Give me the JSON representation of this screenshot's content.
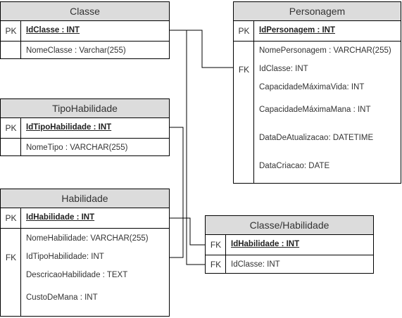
{
  "tables": {
    "classe": {
      "title": "Classe",
      "pk_label": "PK",
      "pk_field": "IdClasse : INT",
      "fields": [
        "NomeClasse :  Varchar(255)"
      ]
    },
    "personagem": {
      "title": "Personagem",
      "pk_label": "PK",
      "pk_field": "IdPersonagem : INT",
      "fk_label": "FK",
      "fields": [
        "NomePersonagem : VARCHAR(255)",
        "IdClasse: INT",
        "CapacidadeMáximaVida: INT",
        "CapacidadeMáximaMana : INT",
        "DataDeAtualizacao: DATETIME",
        "DataCriacao: DATE"
      ]
    },
    "tipohabilidade": {
      "title": "TipoHabilidade",
      "pk_label": "PK",
      "pk_field": "IdTipoHabilidade : INT",
      "fields": [
        "NomeTipo : VARCHAR(255)"
      ]
    },
    "habilidade": {
      "title": "Habilidade",
      "pk_label": "PK",
      "pk_field": "IdHabilidade : INT",
      "fk_label": "FK",
      "fields": [
        "NomeHabilidade: VARCHAR(255)",
        "IdTipoHabilidade: INT",
        "DescricaoHabilidade : TEXT",
        "CustoDeMana : INT"
      ]
    },
    "classe_habilidade": {
      "title": "Classe/Habilidade",
      "fk1_label": "FK",
      "fk1_field": "IdHabilidade : INT",
      "fk2_label": "FK",
      "fk2_field": "IdClasse: INT"
    }
  }
}
